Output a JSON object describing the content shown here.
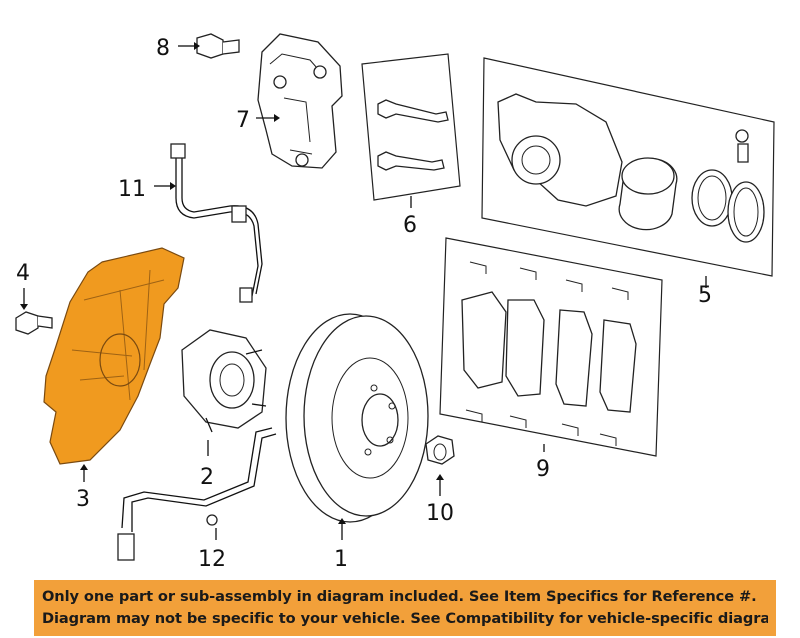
{
  "callouts": {
    "c1": "1",
    "c2": "2",
    "c3": "3",
    "c4": "4",
    "c5": "5",
    "c6": "6",
    "c7": "7",
    "c8": "8",
    "c9": "9",
    "c10": "10",
    "c11": "11",
    "c12": "12"
  },
  "colors": {
    "highlight": "#f09a1f",
    "banner": "#f2a03a"
  },
  "banner": {
    "line1": "Only one part or sub-assembly in diagram included. See Item Specifics for Reference #.",
    "line2": "Diagram may not be specific to your vehicle. See Compatibility for vehicle-specific diagrams."
  }
}
